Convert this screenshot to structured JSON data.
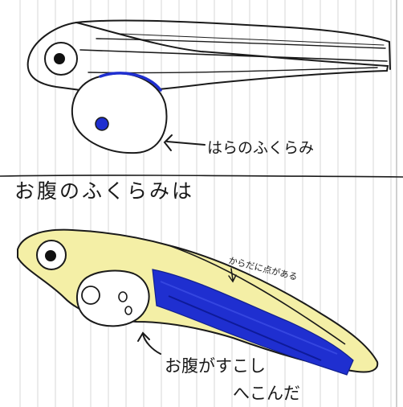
{
  "top_sketch": {
    "label": "はらのふくらみ"
  },
  "divider_heading": {
    "text": "お腹のふくらみは"
  },
  "bottom_sketch": {
    "note_dots": "からだに点がある",
    "note_belly_line1": "お腹がすこし",
    "note_belly_line2": "へこんだ"
  },
  "colors": {
    "paper": "#ffffff",
    "grid_line": "#d7d7d7",
    "ink": "#1a1a1a",
    "yolk_blue": "#1f2fd0",
    "body_yellow": "#f4efa6"
  }
}
